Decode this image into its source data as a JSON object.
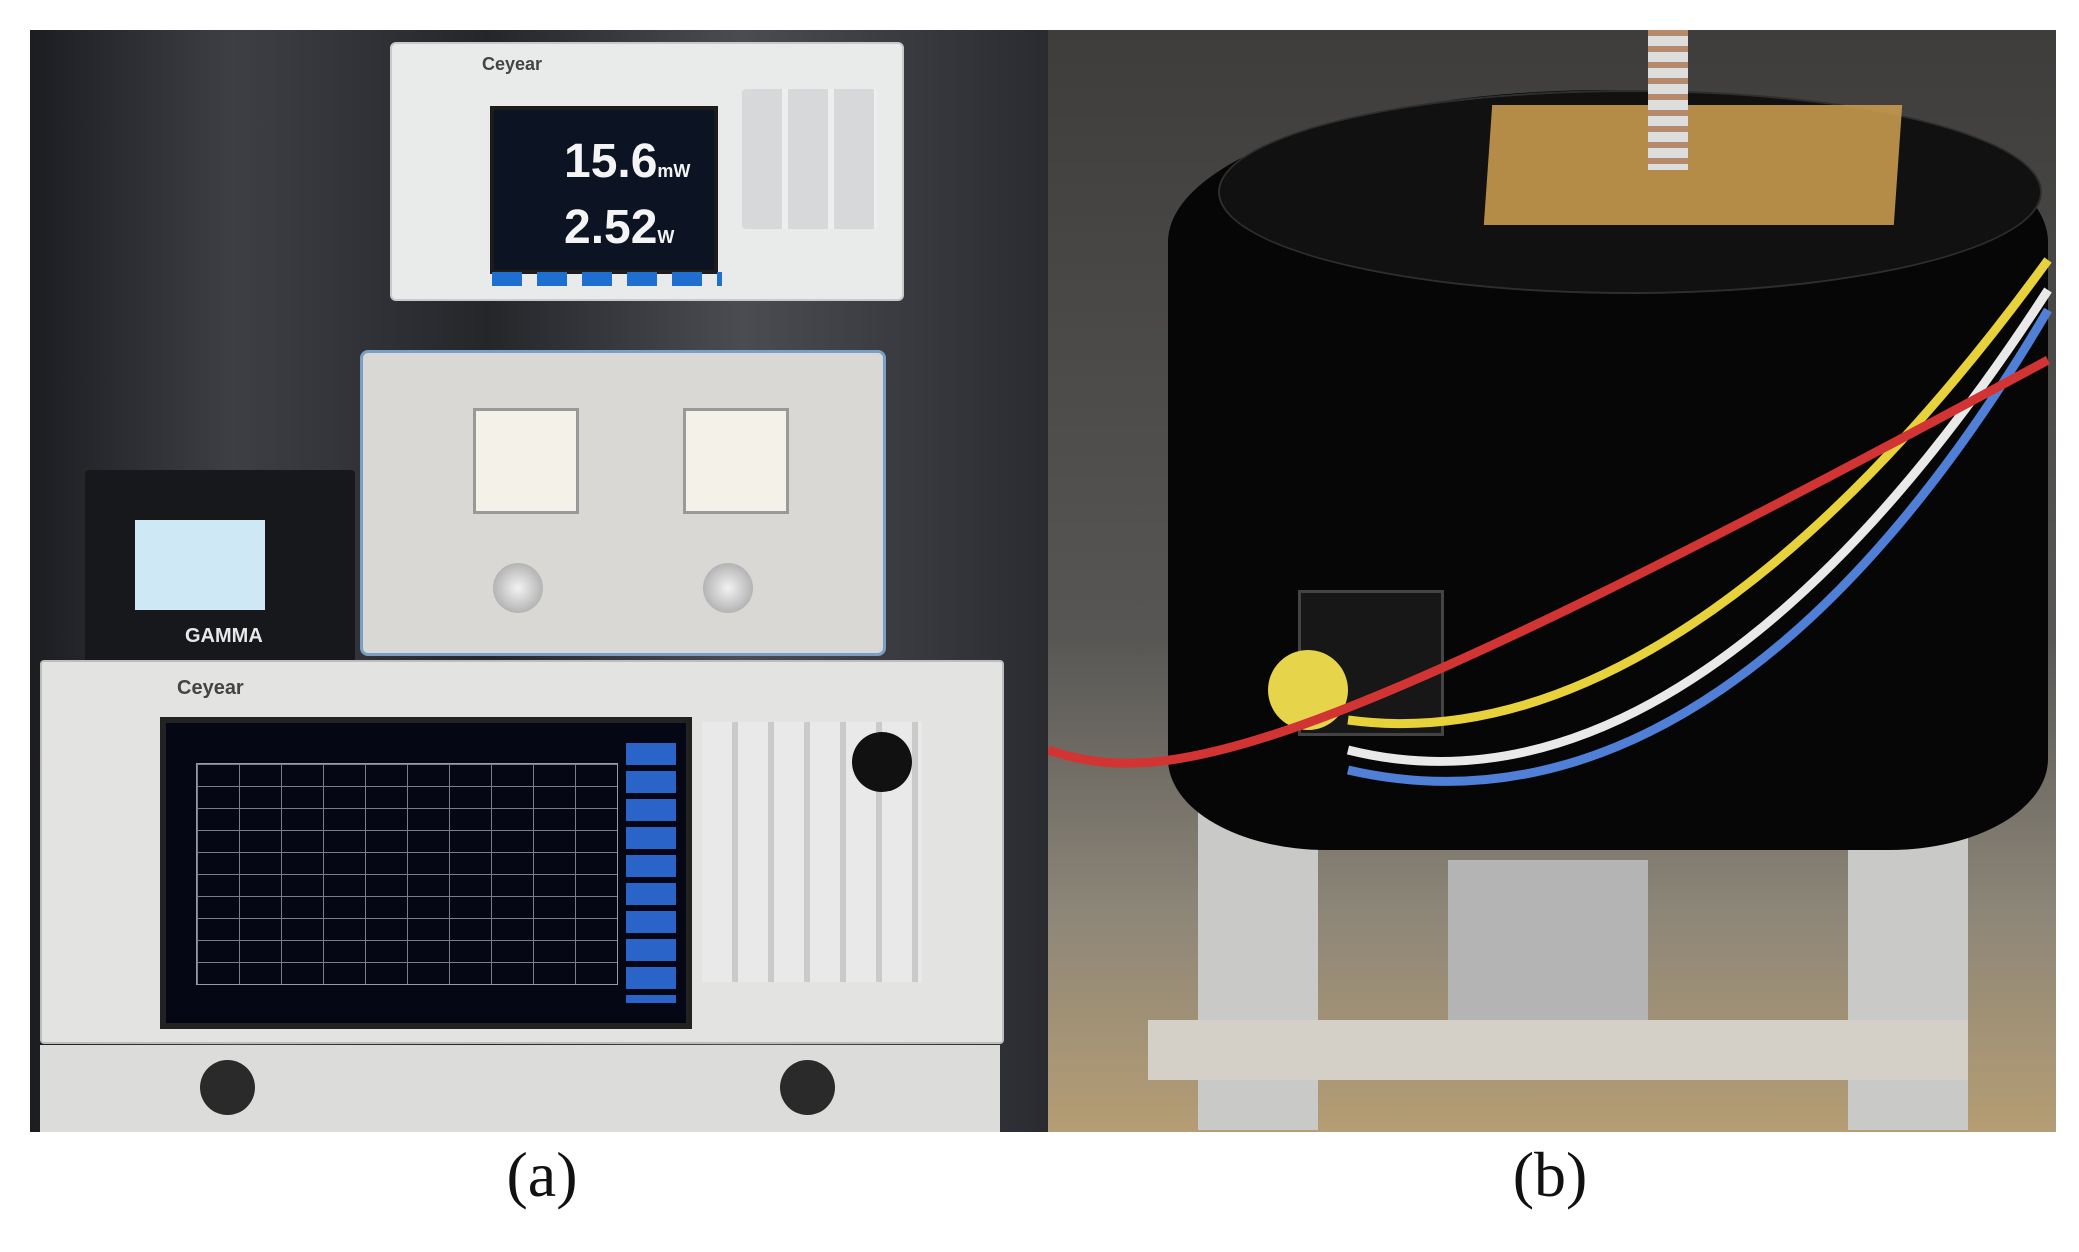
{
  "captions": {
    "a": "(a)",
    "b": "(b)"
  },
  "panel_a": {
    "power_meter": {
      "brand": "Ceyear",
      "reading_1": {
        "value": "15.6",
        "unit": "mW"
      },
      "reading_2": {
        "value": "2.52",
        "unit": "W"
      }
    },
    "gamma_supply": {
      "logo": "GAMMA"
    },
    "network_analyzer": {
      "brand": "Ceyear"
    }
  },
  "colors": {
    "meter_lcd": "#0c1424",
    "meter_keys": "#1f6fd1",
    "amp_trim": "#7a9fc4",
    "cable_yellow": "#e8d23c",
    "cable_blue": "#4f7fd6",
    "cable_red": "#d23434",
    "cable_white": "#e9e9e9",
    "tape": "#c89a4e"
  }
}
